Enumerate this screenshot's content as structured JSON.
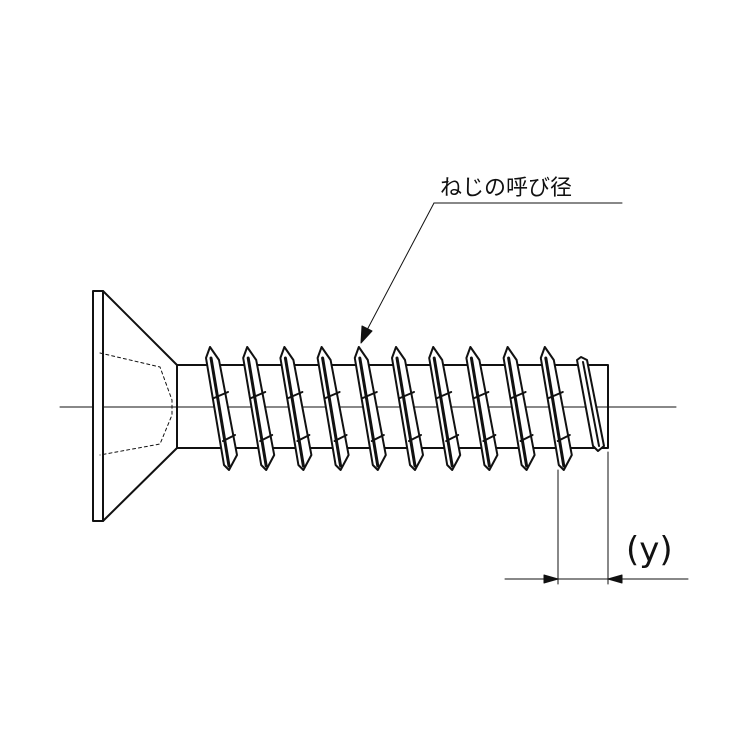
{
  "callout_label": "ねじの呼び径",
  "dimension_label": "(y)",
  "thread_count": 10,
  "colors": {
    "line": "#111111",
    "background": "#ffffff"
  }
}
